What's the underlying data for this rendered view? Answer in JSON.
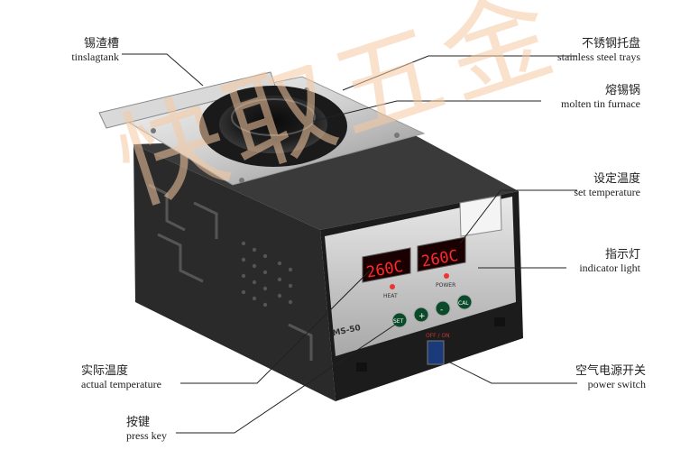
{
  "labels": {
    "tin_slag_tank": {
      "zh": "锡渣槽",
      "en": "tinslagtank"
    },
    "stainless_trays": {
      "zh": "不锈钢托盘",
      "en": "stainless steel trays"
    },
    "molten_tin_furnace": {
      "zh": "熔锡锅",
      "en": "molten tin furnace"
    },
    "set_temperature": {
      "zh": "设定温度",
      "en": "set temperature"
    },
    "indicator_light": {
      "zh": "指示灯",
      "en": "indicator light"
    },
    "actual_temperature": {
      "zh": "实际温度",
      "en": "actual temperature"
    },
    "power_switch": {
      "zh": "空气电源开关",
      "en": "power switch"
    },
    "press_key": {
      "zh": "按键",
      "en": "press key"
    }
  },
  "device": {
    "model": "MS-50",
    "display_actual": "260C",
    "display_set": "260C",
    "heat_label": "HEAT",
    "power_label": "POWER",
    "keys": [
      "SET",
      "+",
      "-",
      "CAL"
    ],
    "switch_label": "OFF / ON"
  },
  "watermark": "快取五金"
}
